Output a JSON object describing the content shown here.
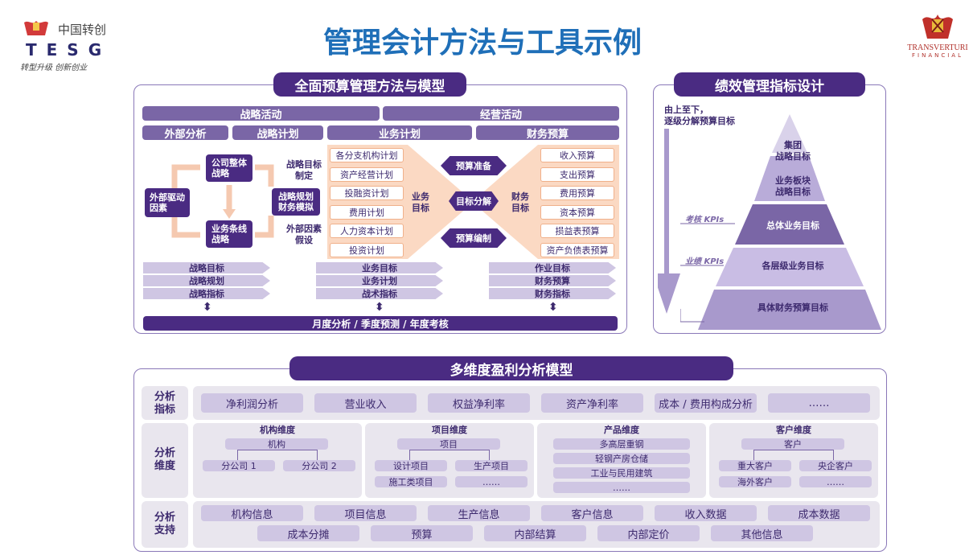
{
  "title": "管理会计方法与工具示例",
  "logo_left": {
    "cn": "中国转创",
    "en": "TESG",
    "slogan": "转型升级 创新创业"
  },
  "logo_right": {
    "name": "TRANSVERTURI",
    "sub": "FINANCIAL"
  },
  "budget": {
    "banner": "全面预算管理方法与模型",
    "top": [
      "战略活动",
      "经营活动"
    ],
    "headers": [
      "外部分析",
      "战略计划",
      "业务计划",
      "财务预算"
    ],
    "nodes": {
      "external": "外部驱动\n因素",
      "company": "公司整体\n战略",
      "line": "业务条线\n战略",
      "goal": "战略目标\n制定",
      "plan": "战略规划\n财务模拟",
      "assume": "外部因素\n假设"
    },
    "biz_items": [
      "各分支机构计划",
      "资产经营计划",
      "投融资计划",
      "费用计划",
      "人力资本计划",
      "投资计划"
    ],
    "biz_label": "业务\n目标",
    "mid": [
      "预算准备",
      "目标分解",
      "预算编制"
    ],
    "fin_label": "财务\n目标",
    "fin_items": [
      "收入预算",
      "支出预算",
      "费用预算",
      "资本预算",
      "损益表预算",
      "资产负债表预算"
    ],
    "col1": [
      "战略目标",
      "战略规划",
      "战略指标"
    ],
    "col2": [
      "业务目标",
      "业务计划",
      "战术指标"
    ],
    "col3": [
      "作业目标",
      "财务预算",
      "财务指标"
    ],
    "bottom": "月度分析 / 季度预测 / 年度考核"
  },
  "kpi": {
    "banner": "绩效管理指标设计",
    "desc": "由上至下，\n逐级分解预算目标",
    "kpi1": "考核 KPIs",
    "kpi2": "业绩 KPIs",
    "levels": [
      "集团\n战略目标",
      "业务板块\n战略目标",
      "总体业务目标",
      "各层级业务目标",
      "具体财务预算目标"
    ]
  },
  "profit": {
    "banner": "多维度盈利分析模型",
    "row1_label": "分析\n指标",
    "row1": [
      "净利润分析",
      "营业收入",
      "权益净利率",
      "资产净利率",
      "成本 / 费用构成分析",
      "……"
    ],
    "row2_label": "分析\n维度",
    "dims": [
      {
        "title": "机构维度",
        "root": "机构",
        "children": [
          "分公司 1",
          "分公司 2"
        ]
      },
      {
        "title": "项目维度",
        "root": "项目",
        "children": [
          "设计项目",
          "生产项目",
          "施工类项目",
          "……"
        ]
      },
      {
        "title": "产品维度",
        "items": [
          "多高层重钢",
          "轻钢产房仓储",
          "工业与民用建筑",
          "……"
        ]
      },
      {
        "title": "客户维度",
        "root": "客户",
        "children": [
          "重大客户",
          "央企客户",
          "海外客户",
          "……"
        ]
      }
    ],
    "row3_label": "分析\n支持",
    "row3a": [
      "机构信息",
      "项目信息",
      "生产信息",
      "客户信息",
      "收入数据",
      "成本数据"
    ],
    "row3b": [
      "成本分摊",
      "预算",
      "内部结算",
      "内部定价",
      "其他信息"
    ]
  }
}
